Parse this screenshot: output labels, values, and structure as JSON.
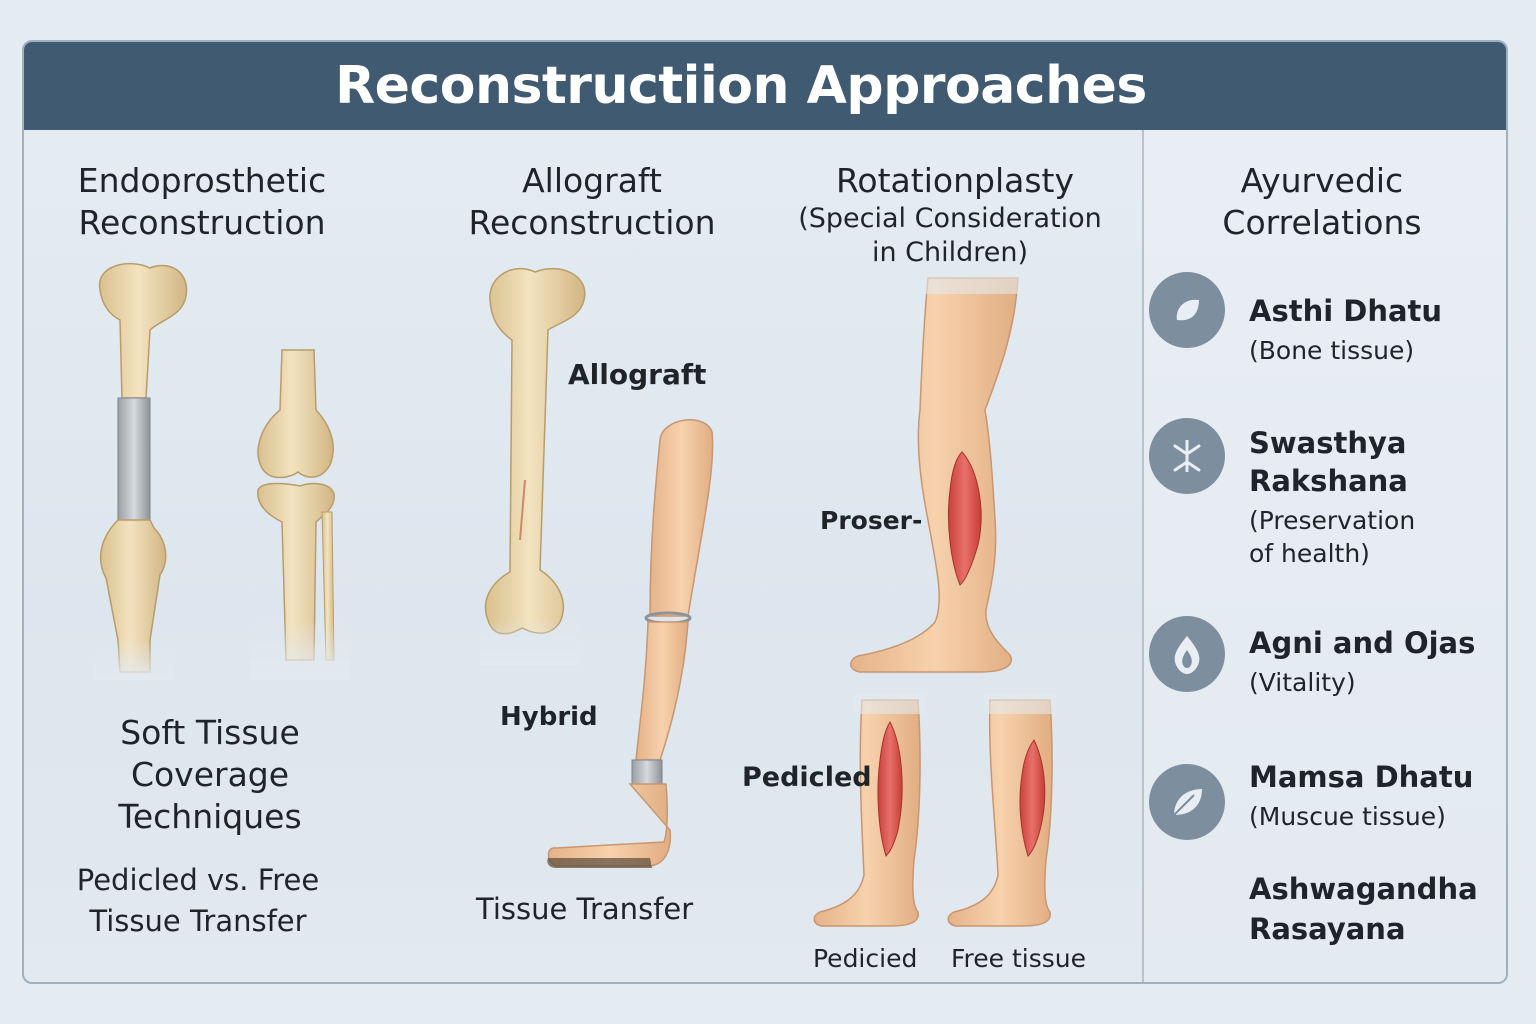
{
  "title": "Reconstructiion Approaches",
  "columns": {
    "endoprosthetic": {
      "title_line1": "Endoprosthetic",
      "title_line2": "Reconstruction"
    },
    "allograft": {
      "title_line1": "Allograft",
      "title_line2": "Reconstruction",
      "label_allograft": "Allograft",
      "label_hybrid": "Hybrid",
      "label_tissue_transfer": "Tissue Transfer"
    },
    "rotationplasty": {
      "title": "Rotationplasty",
      "subtitle_line1": "(Special Consideration",
      "subtitle_line2": "in Children)",
      "label_proser": "Proser-",
      "label_pedicled": "Pedicled",
      "label_pedicied": "Pedicied",
      "label_free_tissue": "Free tissue"
    },
    "soft_tissue": {
      "title_line1": "Soft Tissue",
      "title_line2": "Coverage",
      "title_line3": "Techniques",
      "sub_line1": "Pedicled vs. Free",
      "sub_line2": "Tissue Transfer"
    }
  },
  "ayurvedic": {
    "title_line1": "Ayurvedic",
    "title_line2": "Correlations",
    "items": [
      {
        "name": "Asthi Dhatu",
        "sub": "(Bone tissue)",
        "icon": "bone-leaf-icon"
      },
      {
        "name_line1": "Swasthya",
        "name_line2": "Rakshana",
        "sub_line1": "(Preservation",
        "sub_line2": "of health)",
        "icon": "herb-icon"
      },
      {
        "name": "Agni and Ojas",
        "sub": "(Vitality)",
        "icon": "flame-icon"
      },
      {
        "name": "Mamsa Dhatu",
        "sub": "(Muscue tissue)",
        "icon": "leaf-icon"
      },
      {
        "name_line1": "Ashwagandha",
        "name_line2": "Rasayana"
      }
    ]
  },
  "colors": {
    "header": "#3f5a71",
    "bone": "#ecd9b2",
    "skin": "#f2c9a0",
    "muscle": "#d9534a",
    "icon_circle": "#7d8f9e"
  }
}
